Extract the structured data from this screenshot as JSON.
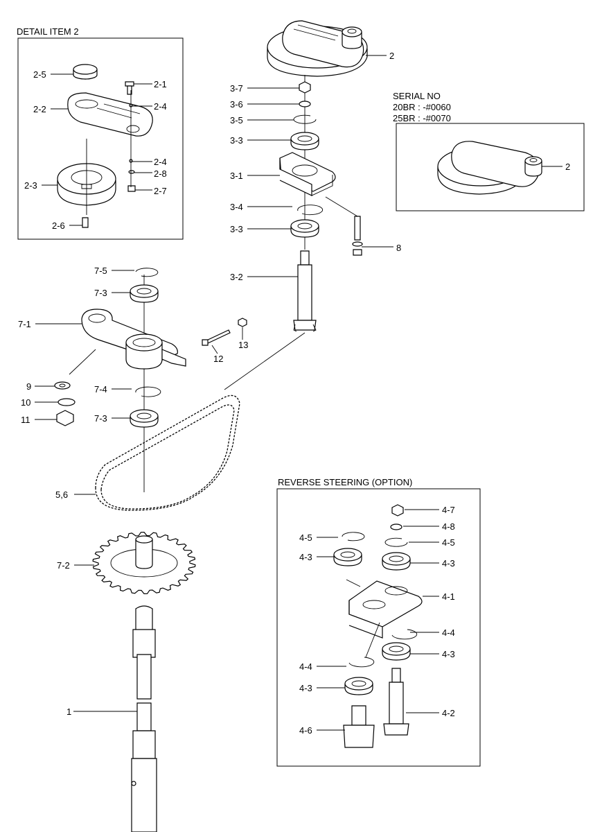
{
  "frames": {
    "detail": "DETAIL ITEM 2",
    "serial": [
      "SERIAL NO",
      "20BR : -#0060",
      "25BR : -#0070"
    ],
    "reverse": "REVERSE STEERING (OPTION)"
  },
  "labels": {
    "d25": "2-5",
    "d21": "2-1",
    "d22": "2-2",
    "d24a": "2-4",
    "d24b": "2-4",
    "d28": "2-8",
    "d23": "2-3",
    "d27": "2-7",
    "d26": "2-6",
    "m2": "2",
    "s2": "2",
    "p37": "3-7",
    "p36": "3-6",
    "p35": "3-5",
    "p33a": "3-3",
    "p31": "3-1",
    "p34": "3-4",
    "p33b": "3-3",
    "p8": "8",
    "p32": "3-2",
    "p75": "7-5",
    "p73a": "7-3",
    "p71": "7-1",
    "p12": "12",
    "p13": "13",
    "p9": "9",
    "p74": "7-4",
    "p10": "10",
    "p11": "11",
    "p73b": "7-3",
    "p56": "5,6",
    "p72": "7-2",
    "p1": "1",
    "r47": "4-7",
    "r48": "4-8",
    "r45a": "4-5",
    "r45b": "4-5",
    "r43a": "4-3",
    "r43b": "4-3",
    "r41": "4-1",
    "r44a": "4-4",
    "r43c": "4-3",
    "r44b": "4-4",
    "r43d": "4-3",
    "r46": "4-6",
    "r42": "4-2"
  },
  "colors": {
    "line": "#000000",
    "background": "#ffffff"
  }
}
